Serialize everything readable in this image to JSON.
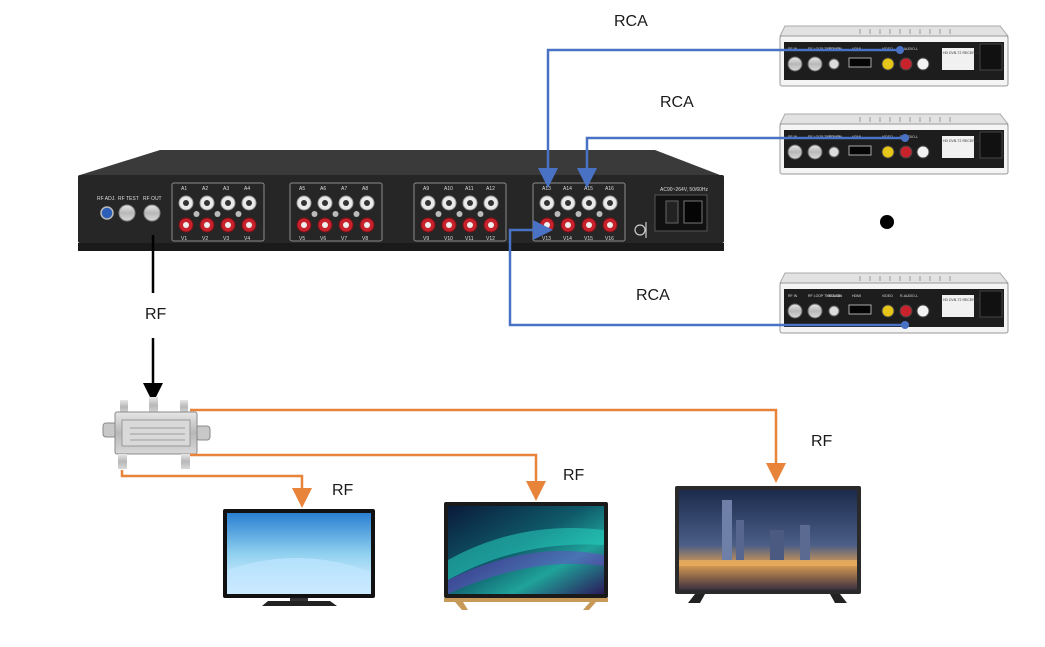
{
  "diagram": {
    "link_labels": {
      "rca_top": "RCA",
      "rca_middle": "RCA",
      "rca_bottom": "RCA",
      "rf_main": "RF",
      "rf_tv1": "RF",
      "rf_tv2": "RF",
      "rf_tv3": "RF"
    },
    "modulator": {
      "rf_labels": [
        "RF ADJ.",
        "RF TEST",
        "RF OUT"
      ],
      "audio_labels": [
        "A1",
        "A2",
        "A3",
        "A4",
        "A5",
        "A6",
        "A7",
        "A8",
        "A9",
        "A10",
        "A11",
        "A12",
        "A13",
        "A14",
        "A15",
        "A16"
      ],
      "video_labels": [
        "V1",
        "V2",
        "V3",
        "V4",
        "V5",
        "V6",
        "V7",
        "V8",
        "V9",
        "V10",
        "V11",
        "V12",
        "V13",
        "V14",
        "V15",
        "V16"
      ],
      "power_label": "AC90~264V, 50/60Hz"
    },
    "set_top_box": {
      "port_labels": [
        "RF IN",
        "RF LOOP THROUGH",
        "COAXIAL",
        "HDMI",
        "VIDEO",
        "R-AUDIO-L"
      ],
      "sticker_text": "HD DVB-T2 RECEIVER"
    },
    "colors": {
      "rca_line": "#4a72c4",
      "rf_line": "#e8833a",
      "rf_main_line": "#000000",
      "device_body": "#2b2b2b"
    },
    "icons": [
      "modulator-device",
      "set-top-box",
      "splitter",
      "television",
      "ellipsis-dot"
    ]
  }
}
